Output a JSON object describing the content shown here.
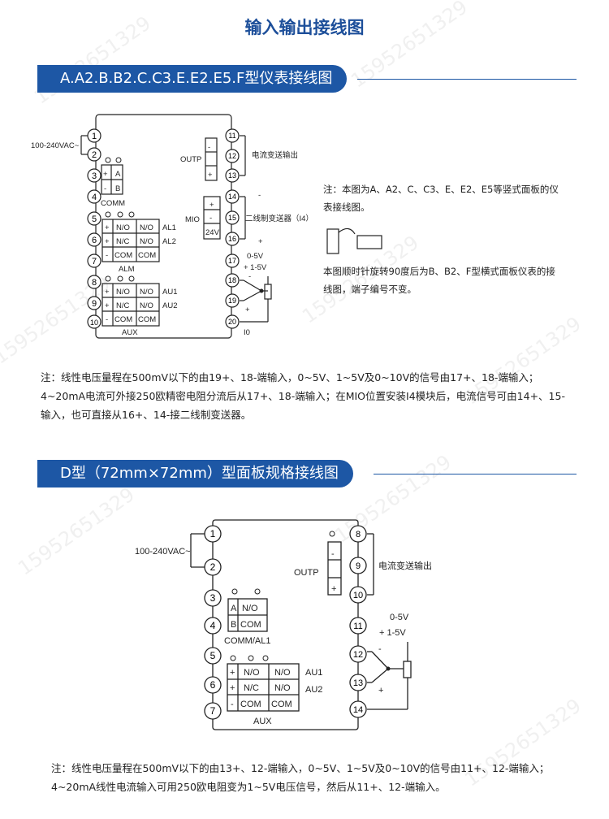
{
  "page_title": "输入输出接线图",
  "watermark": "15952651329",
  "section_a": {
    "banner": "A.A2.B.B2.C.C3.E.E2.E5.F型仪表接线图",
    "power_label": "100-240VAC~",
    "comm_label": "COMM",
    "alm_label": "ALM",
    "aux_label": "AUX",
    "al1": "AL1",
    "al2": "AL2",
    "au1": "AU1",
    "au2": "AU2",
    "outp": "OUTP",
    "mio": "MIO",
    "v24": "24V",
    "current_out": "电流变送输出",
    "two_wire": "二线制变送器（I4）",
    "v05": "0-5V",
    "v15": "+ 1-5V",
    "io": "I0",
    "side_note_1": "注：本图为A、A2、C、C3、E、E2、E5等竖式面板的仪表接线图。",
    "side_note_2": "本图顺时针旋转90度后为B、B2、F型横式面板仪表的接线图，端子编号不变。",
    "note": "注：线性电压量程在500mV以下的由19+、18-端输入，0~5V、1~5V及0~10V的信号由17+、18-端输入；4~20mA电流可外接250欧精密电阻分流后从17+、18-端输入；在MIO位置安装I4模块后，电流信号可由14+、15-输入，也可直接从16+、14-接二线制变送器。"
  },
  "section_d": {
    "banner": "D型（72mm×72mm）型面板规格接线图",
    "power_label": "100-240VAC~",
    "comm_label": "COMM/AL1",
    "aux_label": "AUX",
    "au1": "AU1",
    "au2": "AU2",
    "outp": "OUTP",
    "current_out": "电流变送输出",
    "v05": "0-5V",
    "v15": "+ 1-5V",
    "note": "注：线性电压量程在500mV以下的由13+、12-端输入，0~5V、1~5V及0~10V的信号由11+、12-端输入；4~20mA线性电流输入可用250欧电阻变为1~5V电压信号，然后从11+、12-端输入。"
  },
  "labels": {
    "no": "N/O",
    "nc": "N/C",
    "com": "COM",
    "a": "A",
    "b": "B",
    "plus": "+",
    "minus": "-"
  }
}
